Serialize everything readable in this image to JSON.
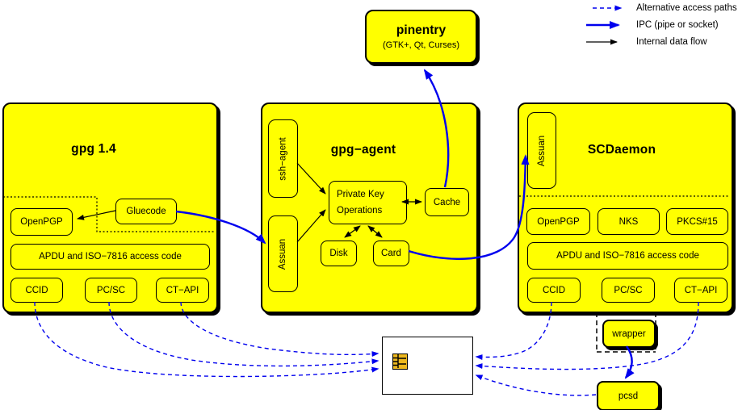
{
  "legend": {
    "items": [
      {
        "label": "Alternative access paths",
        "style": "dashed-blue-arrow"
      },
      {
        "label": "IPC (pipe or socket)",
        "style": "solid-blue-arrow"
      },
      {
        "label": "Internal data flow",
        "style": "solid-black-arrow"
      }
    ]
  },
  "pinentry": {
    "title": "pinentry",
    "subtitle": "(GTK+, Qt, Curses)"
  },
  "gpg14": {
    "title": "gpg 1.4",
    "openpgp": "OpenPGP",
    "gluecode": "Gluecode",
    "apdu": "APDU and ISO−7816 access code",
    "ccid": "CCID",
    "pcsc": "PC/SC",
    "ctapi": "CT−API"
  },
  "gpg_agent": {
    "title": "gpg−agent",
    "ssh_agent": "ssh−agent",
    "assuan": "Assuan",
    "pko_line1": "Private Key",
    "pko_line2": "Operations",
    "cache": "Cache",
    "disk": "Disk",
    "card": "Card"
  },
  "scdaemon": {
    "title": "SCDaemon",
    "assuan": "Assuan",
    "openpgp": "OpenPGP",
    "nks": "NKS",
    "pkcs15": "PKCS#15",
    "apdu": "APDU and ISO−7816 access code",
    "ccid": "CCID",
    "pcsc": "PC/SC",
    "ctapi": "CT−API"
  },
  "peripherals": {
    "wrapper": "wrapper",
    "pcsd": "pcsd"
  },
  "edges": [
    {
      "from": "gpg14.gluecode",
      "to": "gpg_agent.assuan",
      "type": "ipc"
    },
    {
      "from": "gpg_agent.card",
      "to": "scdaemon.assuan",
      "type": "ipc"
    },
    {
      "from": "gpg_agent.cache",
      "to": "pinentry",
      "type": "ipc"
    },
    {
      "from": "wrapper",
      "to": "pcsd",
      "type": "ipc"
    },
    {
      "from": "gpg14.gluecode",
      "to": "gpg14.openpgp",
      "type": "internal"
    },
    {
      "from": "gpg_agent.ssh_agent",
      "to": "gpg_agent.private_key_operations",
      "type": "internal"
    },
    {
      "from": "gpg_agent.assuan",
      "to": "gpg_agent.private_key_operations",
      "type": "internal"
    },
    {
      "from": "gpg_agent.private_key_operations",
      "to": "gpg_agent.cache",
      "type": "internal-bidirectional"
    },
    {
      "from": "gpg_agent.private_key_operations",
      "to": "gpg_agent.disk",
      "type": "internal-bidirectional"
    },
    {
      "from": "gpg_agent.private_key_operations",
      "to": "gpg_agent.card",
      "type": "internal-bidirectional"
    },
    {
      "from": "gpg14.ccid",
      "to": "smartcard",
      "type": "alternative"
    },
    {
      "from": "gpg14.pcsc",
      "to": "smartcard",
      "type": "alternative"
    },
    {
      "from": "gpg14.ctapi",
      "to": "smartcard",
      "type": "alternative"
    },
    {
      "from": "scdaemon.ccid",
      "to": "smartcard",
      "type": "alternative"
    },
    {
      "from": "scdaemon.ctapi",
      "to": "smartcard",
      "type": "alternative"
    },
    {
      "from": "scdaemon.pcsc",
      "to": "wrapper",
      "type": "alternative"
    },
    {
      "from": "pcsd",
      "to": "smartcard",
      "type": "alternative"
    }
  ],
  "colors": {
    "box_fill": "#ffff00",
    "line_blue": "#0000ee",
    "line_black": "#000000",
    "chip_gold": "#edb81e",
    "card_fill": "#ffffff"
  }
}
